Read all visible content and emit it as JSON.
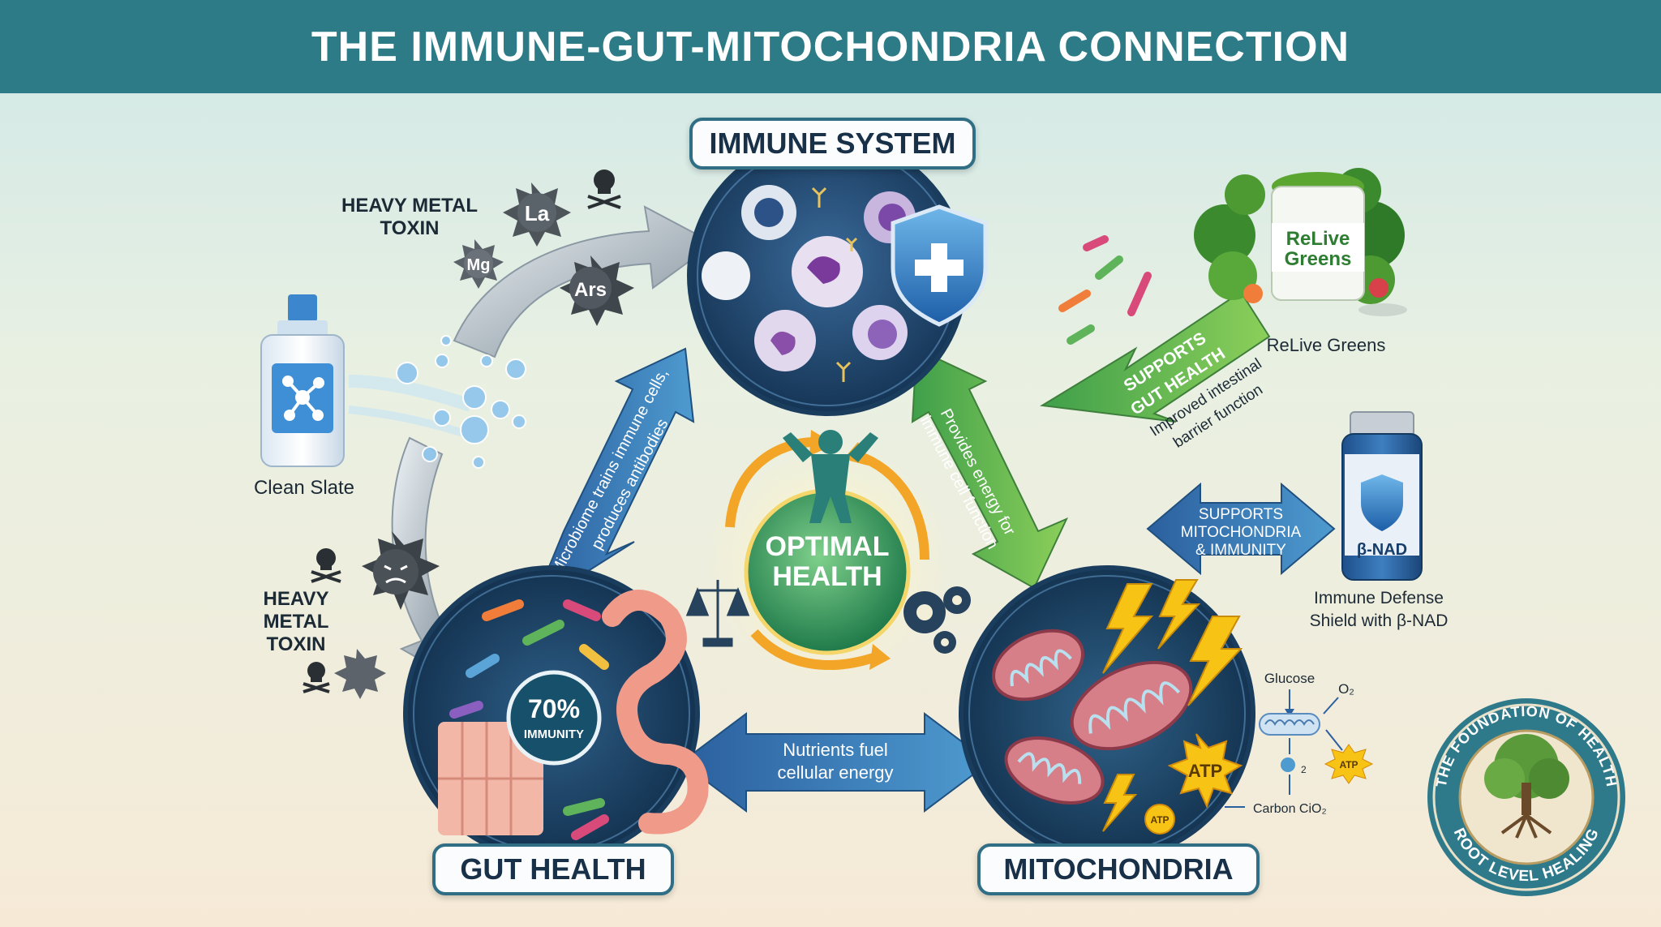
{
  "title": "THE IMMUNE-GUT-MITOCHONDRIA CONNECTION",
  "nodes": {
    "immune": "IMMUNE SYSTEM",
    "gut": "GUT HEALTH",
    "mito": "MITOCHONDRIA",
    "center_line1": "OPTIMAL",
    "center_line2": "HEALTH"
  },
  "arrows": {
    "gut_to_immune_line1": "Microbiome trains immune cells,",
    "gut_to_immune_line2": "produces antibodies",
    "mito_to_immune_line1": "Provides energy for",
    "mito_to_immune_line2": "immune cell function",
    "gut_mito_line1": "Nutrients fuel",
    "gut_mito_line2": "cellular energy"
  },
  "gut_badge": {
    "percent": "70%",
    "label": "IMMUNITY"
  },
  "left": {
    "toxin_top_line1": "HEAVY METAL",
    "toxin_top_line2": "TOXIN",
    "toxin_bottom_line1": "HEAVY",
    "toxin_bottom_line2": "METAL",
    "toxin_bottom_line3": "TOXIN",
    "element_la": "La",
    "element_mg": "Mg",
    "element_ars": "Ars",
    "clean_slate": "Clean Slate"
  },
  "right": {
    "greens_label": "ReLive Greens",
    "greens_jar_line1": "ReLive",
    "greens_jar_line2": "Greens",
    "greens_arrow_line1": "SUPPORTS",
    "greens_arrow_line2": "GUT HEALTH",
    "greens_note_line1": "Improved intestinal",
    "greens_note_line2": "barrier function",
    "nad_arrow_line1": "SUPPORTS",
    "nad_arrow_line2": "MITOCHONDRIA",
    "nad_arrow_line3": "& IMMUNITY",
    "nad_bottle": "β-NAD",
    "nad_caption_line1": "Immune Defense",
    "nad_caption_line2": "Shield with β-NAD"
  },
  "mito_detail": {
    "glucose": "Glucose",
    "o2": "O₂",
    "atp": "ATP",
    "atp_small": "ATP",
    "atp_side": "ATP",
    "o2_small": "2",
    "co2": "Carbon CiO₂"
  },
  "seal": {
    "top_text": "THE FOUNDATION OF HEALTH",
    "bottom_text": "ROOT LEVEL HEALING"
  },
  "colors": {
    "banner": "#2c7b86",
    "blue_arrow": "#2f6aa8",
    "green_arrow": "#4aa84a",
    "center_green": "#2e9a55",
    "orange": "#f2a527"
  }
}
